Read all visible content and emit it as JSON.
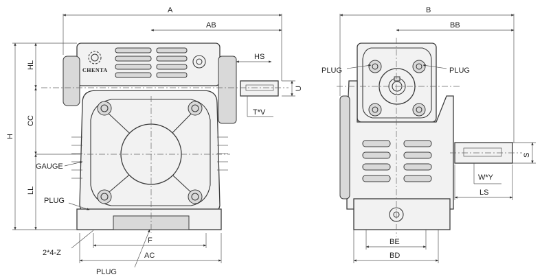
{
  "brand": {
    "name": "CHENTA"
  },
  "front_view": {
    "labels": {
      "a": "A",
      "ab": "AB",
      "hs": "HS",
      "u": "U",
      "tv": "T*V",
      "hl": "HL",
      "cc": "CC",
      "h": "H",
      "ll": "LL",
      "gauge": "GAUGE",
      "plug_left": "PLUG",
      "z": "2*4-Z",
      "f": "F",
      "ac": "AC",
      "plug_bottom": "PLUG"
    }
  },
  "side_view": {
    "labels": {
      "b": "B",
      "bb": "BB",
      "plug_left": "PLUG",
      "plug_right": "PLUG",
      "s": "S",
      "wy": "W*Y",
      "ls": "LS",
      "be": "BE",
      "bd": "BD"
    }
  }
}
